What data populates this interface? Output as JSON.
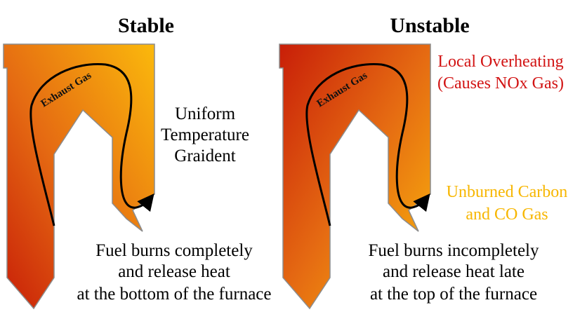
{
  "colors": {
    "furnace_hot": "#c81e08",
    "furnace_mid": "#e56a12",
    "furnace_cool": "#f9b90c",
    "overheating_text": "#d21414",
    "unburned_text": "#f7b600",
    "outline": "#8c8c8c",
    "gas_path": "#000000"
  },
  "stable": {
    "title": "Stable",
    "gas_label": "Exhaust Gas",
    "note_lines": [
      "Uniform",
      "Temperature",
      "Graident"
    ],
    "caption_lines": [
      "Fuel burns completely",
      "and release heat",
      "at the bottom of the furnace"
    ]
  },
  "unstable": {
    "title": "Unstable",
    "gas_label": "Exhaust Gas",
    "overheating_lines": [
      "Local Overheating",
      "(Causes NOx Gas)"
    ],
    "unburned_lines": [
      "Unburned Carbon",
      "and CO Gas"
    ],
    "caption_lines": [
      "Fuel burns incompletely",
      "and release heat late",
      "at the top of the furnace"
    ]
  }
}
